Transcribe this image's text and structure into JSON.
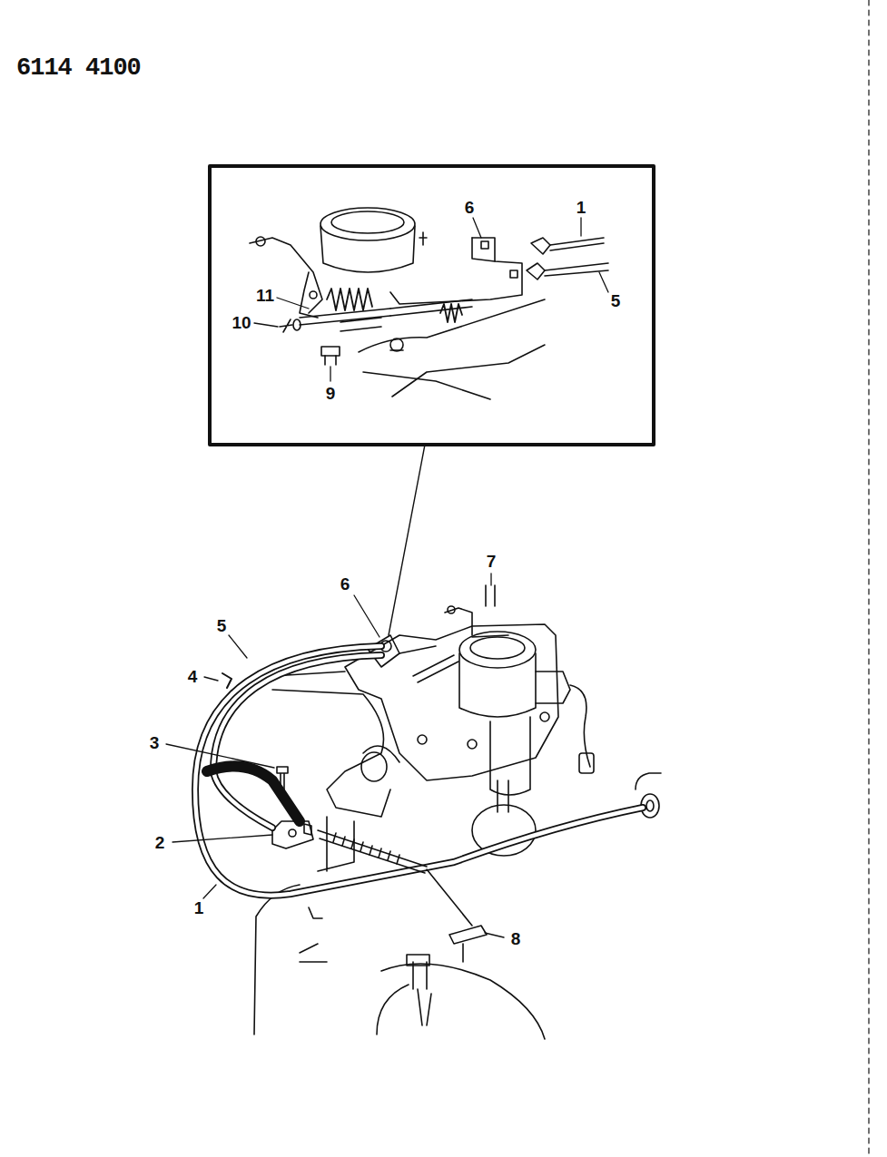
{
  "diagram": {
    "labels": [
      "6114 4100",
      "6",
      "1",
      "5",
      "11",
      "10",
      "9",
      "7",
      "6",
      "5",
      "4",
      "3",
      "2",
      "1",
      "8"
    ]
  }
}
